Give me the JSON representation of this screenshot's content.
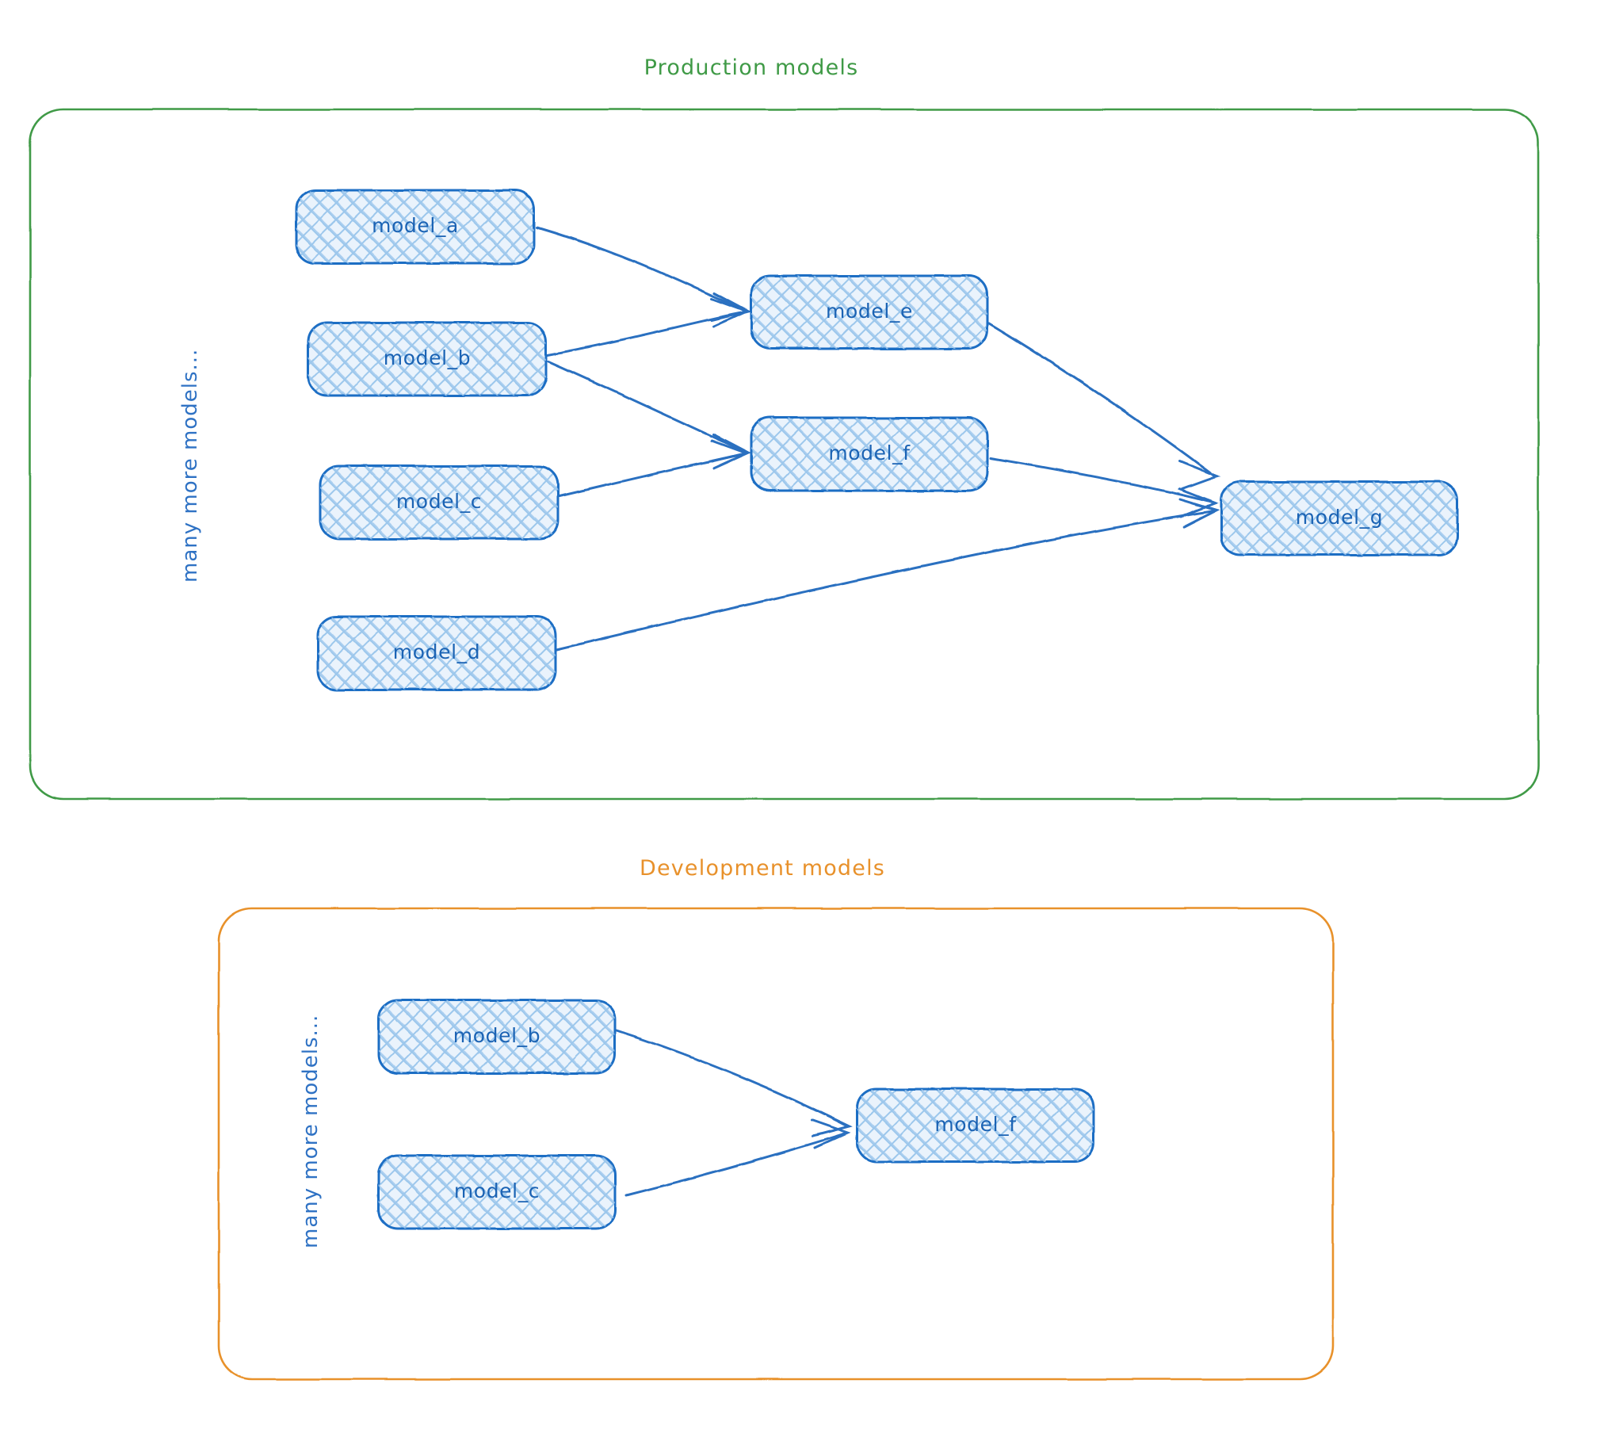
{
  "diagram": {
    "title_hidden": "Production and development model DAG",
    "groups": [
      {
        "id": "production",
        "label": "Production models",
        "color": "#3f9a46",
        "side_label": "many more models...",
        "nodes": [
          {
            "id": "prod_model_a",
            "label": "model_a"
          },
          {
            "id": "prod_model_b",
            "label": "model_b"
          },
          {
            "id": "prod_model_c",
            "label": "model_c"
          },
          {
            "id": "prod_model_d",
            "label": "model_d"
          },
          {
            "id": "prod_model_e",
            "label": "model_e"
          },
          {
            "id": "prod_model_f",
            "label": "model_f"
          },
          {
            "id": "prod_model_g",
            "label": "model_g"
          }
        ],
        "edges": [
          {
            "from": "model_a",
            "to": "model_e"
          },
          {
            "from": "model_b",
            "to": "model_e"
          },
          {
            "from": "model_b",
            "to": "model_f"
          },
          {
            "from": "model_c",
            "to": "model_f"
          },
          {
            "from": "model_e",
            "to": "model_g"
          },
          {
            "from": "model_f",
            "to": "model_g"
          },
          {
            "from": "model_d",
            "to": "model_g"
          }
        ]
      },
      {
        "id": "development",
        "label": "Development models",
        "color": "#e8912b",
        "side_label": "many more models...",
        "nodes": [
          {
            "id": "dev_model_b",
            "label": "model_b"
          },
          {
            "id": "dev_model_c",
            "label": "model_c"
          },
          {
            "id": "dev_model_f",
            "label": "model_f"
          }
        ],
        "edges": [
          {
            "from": "model_b",
            "to": "model_f"
          },
          {
            "from": "model_c",
            "to": "model_f"
          }
        ]
      }
    ],
    "node_style": {
      "fill": "#e8f2fc",
      "stroke": "#1f6ec4",
      "hatch": "#8fc0ea",
      "text": "#1b63b4"
    },
    "edge_style": {
      "stroke": "#2a6fc0"
    }
  }
}
